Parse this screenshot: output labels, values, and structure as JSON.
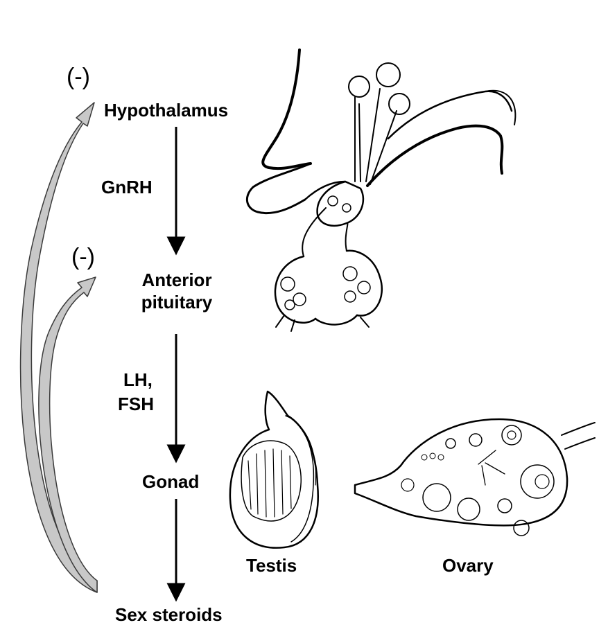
{
  "axis": {
    "hypothalamus": "Hypothalamus",
    "gnrh": "GnRH",
    "anterior_line1": "Anterior",
    "anterior_line2": "pituitary",
    "lh": "LH,",
    "fsh": "FSH",
    "gonad": "Gonad",
    "sex_steroids": "Sex steroids"
  },
  "feedback": {
    "to_hypothalamus": "(-)",
    "to_pituitary": "(-)"
  },
  "illustrations": {
    "testis_label": "Testis",
    "ovary_label": "Ovary"
  },
  "colors": {
    "text": "#000000",
    "feedback_arrow_fill": "#c8c8c8",
    "feedback_arrow_stroke": "#3a3a3a"
  }
}
